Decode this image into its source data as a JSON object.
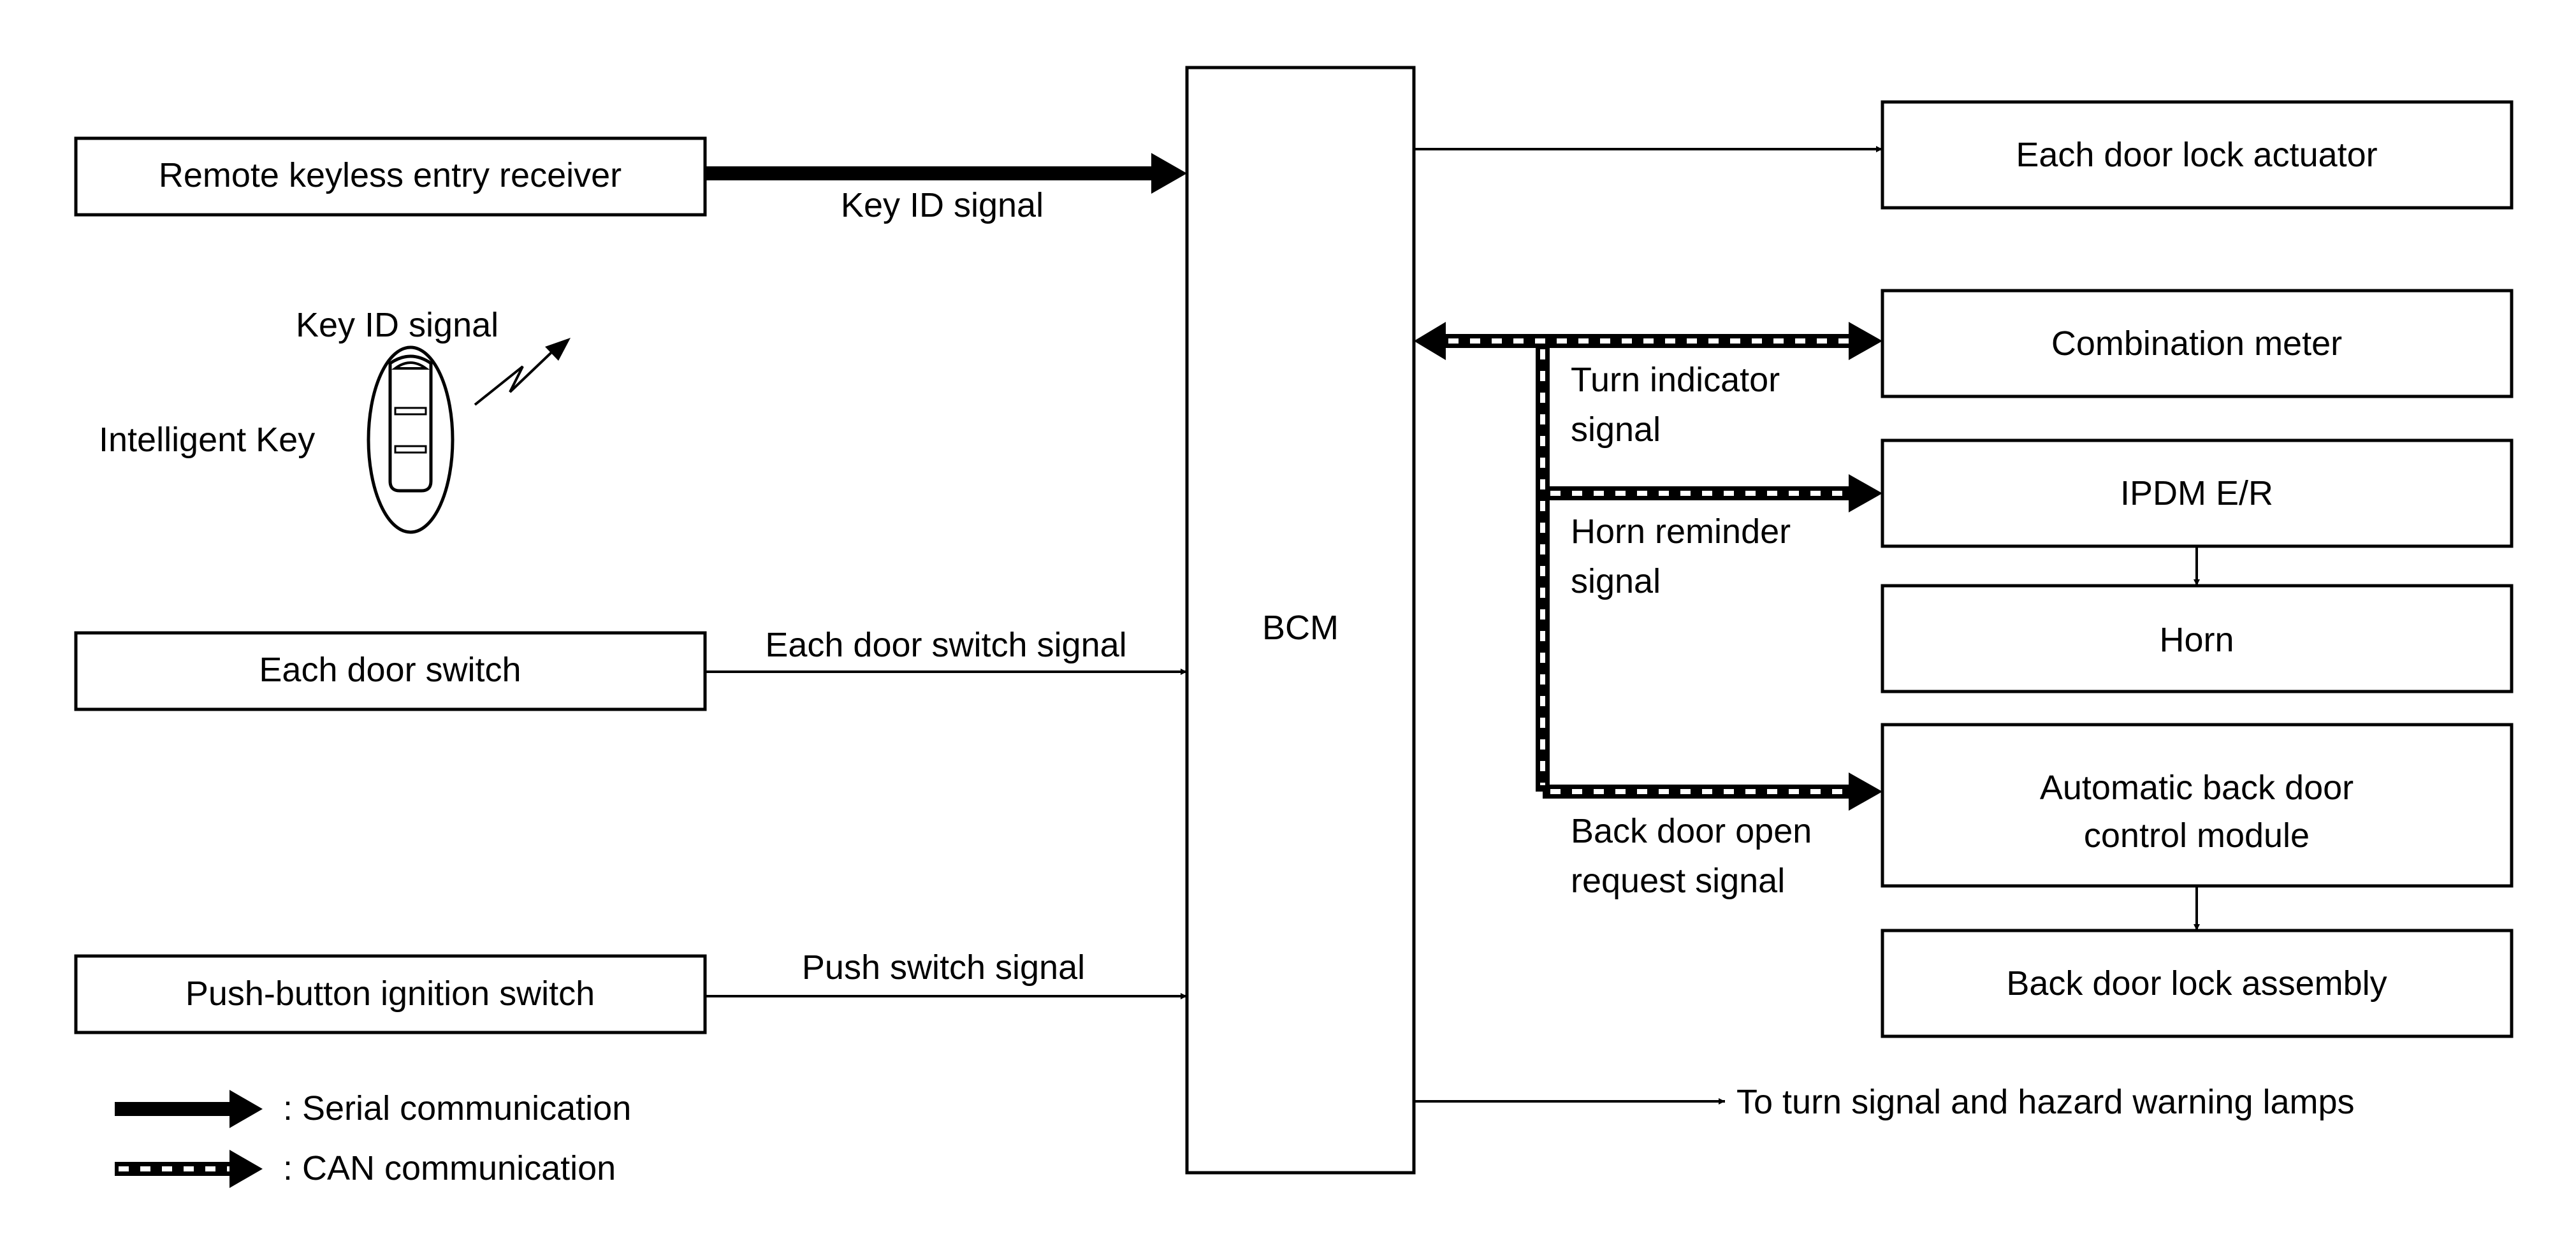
{
  "colors": {
    "ink": "#000000",
    "paper": "#ffffff"
  },
  "bcm": {
    "label": "BCM"
  },
  "inputs": {
    "remote_receiver": "Remote keyless entry receiver",
    "door_switch": "Each door switch",
    "ignition_switch": "Push-button ignition switch"
  },
  "intelligent_key": {
    "label": "Intelligent Key",
    "signal_label": "Key ID signal",
    "icon": "key-fob-icon"
  },
  "input_signals": {
    "key_id": "Key ID signal",
    "door_switch_signal": "Each door switch signal",
    "push_switch_signal": "Push switch signal"
  },
  "outputs": {
    "door_lock_actuator": "Each door lock actuator",
    "combination_meter": "Combination meter",
    "ipdm": "IPDM E/R",
    "horn": "Horn",
    "back_door_module_line1": "Automatic back door",
    "back_door_module_line2": "control module",
    "back_door_lock": "Back door lock assembly"
  },
  "output_signals": {
    "turn_indicator_1": "Turn indicator",
    "turn_indicator_2": "signal",
    "horn_reminder_1": "Horn reminder",
    "horn_reminder_2": "signal",
    "back_door_request_1": "Back door open",
    "back_door_request_2": "request signal",
    "turn_lamps": "To turn signal and hazard warning lamps"
  },
  "legend": {
    "serial": ": Serial communication",
    "can": ": CAN communication"
  }
}
